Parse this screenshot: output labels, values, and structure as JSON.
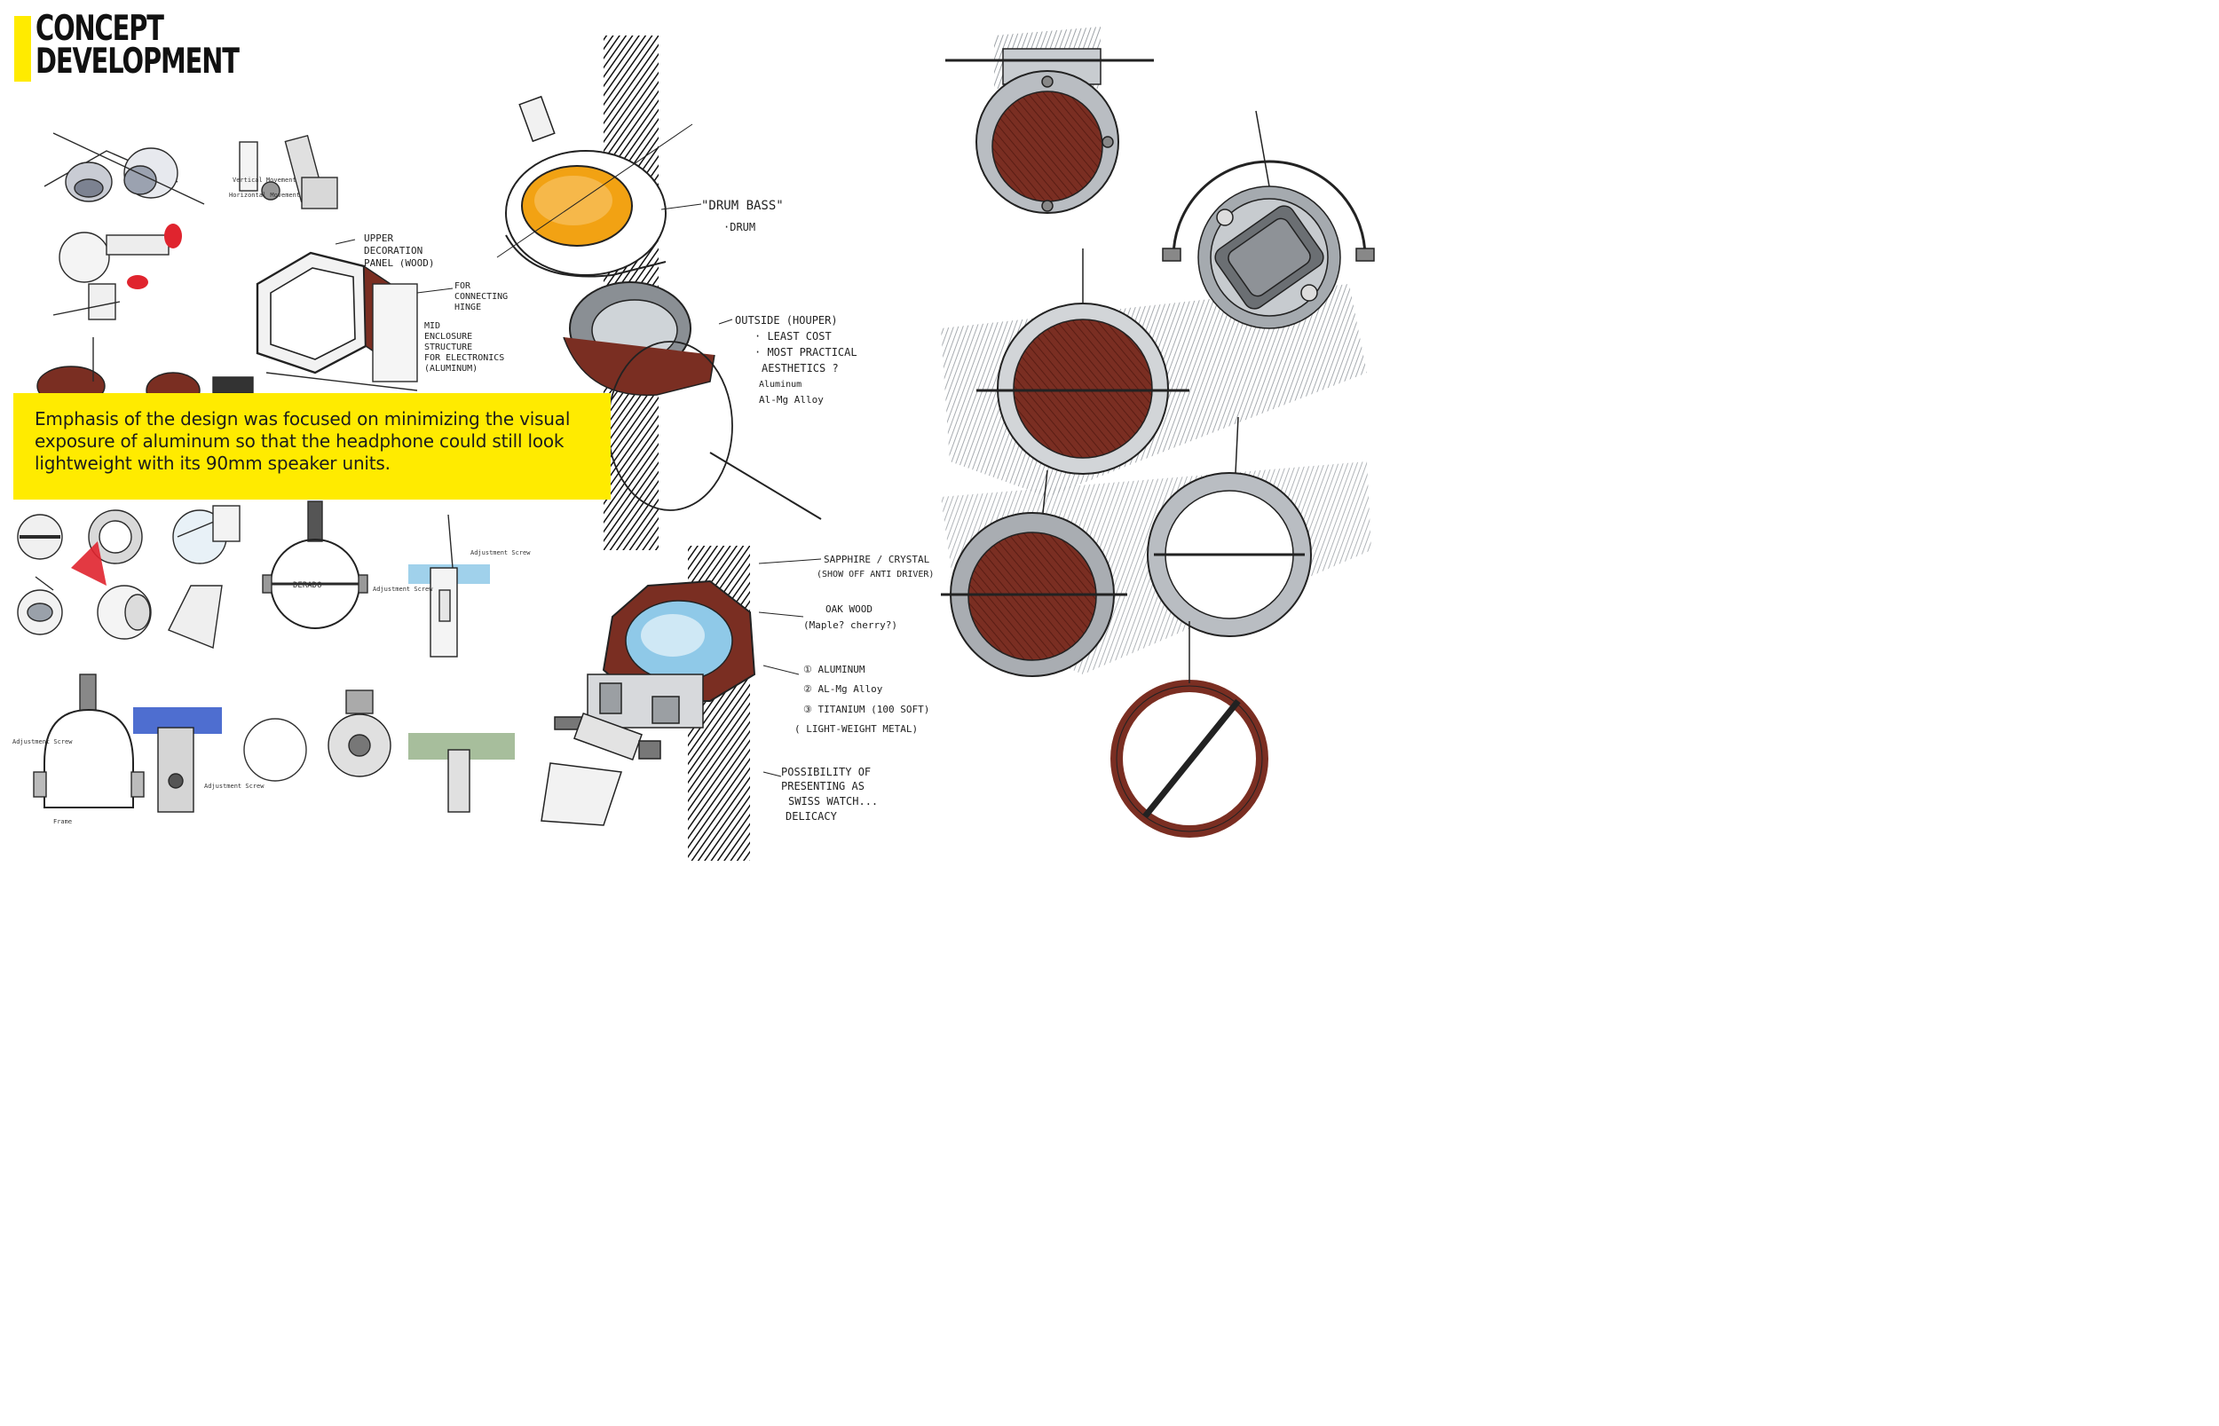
{
  "heading": {
    "line1": "CONCEPT",
    "line2": "DEVELOPMENT"
  },
  "caption": {
    "text": "Emphasis of the design was focused on minimizing the visual exposure of aluminum so that the headphone could still look lightweight with its 90mm speaker units."
  },
  "colors": {
    "accent_yellow": "#FFEB00",
    "oak_brown": "#7a2e22",
    "marker_orange": "#F2A213",
    "marker_blue": "#8fc9e8",
    "marker_red": "#e0242e",
    "marker_gray": "#8a8f94"
  },
  "annotations": {
    "upper_panel": [
      "UPPER",
      "DECORATION",
      "PANEL (WOOD)"
    ],
    "connecting_hinge": [
      "FOR",
      "CONNECTING",
      "HINGE"
    ],
    "mid_enclosure": [
      "MID",
      "ENCLOSURE",
      "STRUCTURE",
      "FOR ELECTRONICS",
      "(ALUMINUM)"
    ],
    "drum_bass": [
      "\"DRUM BASS\"",
      "·DRUM"
    ],
    "outside_houper": [
      "OUTSIDE (HOUPER)",
      "· LEAST COST",
      "· MOST PRACTICAL",
      "AESTHETICS ?",
      "Aluminum",
      "Al-Mg Alloy"
    ],
    "sapphire": [
      "SAPPHIRE / CRYSTAL",
      "(SHOW OFF ANTI DRIVER)"
    ],
    "oak_wood": [
      "OAK WOOD",
      "(Maple? cherry?)"
    ],
    "metals": [
      "① ALUMINUM",
      "② AL-Mg Alloy",
      "③ TITANIUM (100 SOFT)",
      "( LIGHT-WEIGHT METAL)"
    ],
    "possibility": [
      "POSSIBILITY OF",
      "PRESENTING AS",
      "SWISS WATCH...",
      "DELICACY"
    ],
    "sketch_labels": [
      "Adjustment Screw",
      "Adjustment Screw",
      "Adjustment Screw",
      "Adjustment Screw",
      "Frame",
      "Vertical Movement",
      "Horizontal Movement"
    ]
  }
}
